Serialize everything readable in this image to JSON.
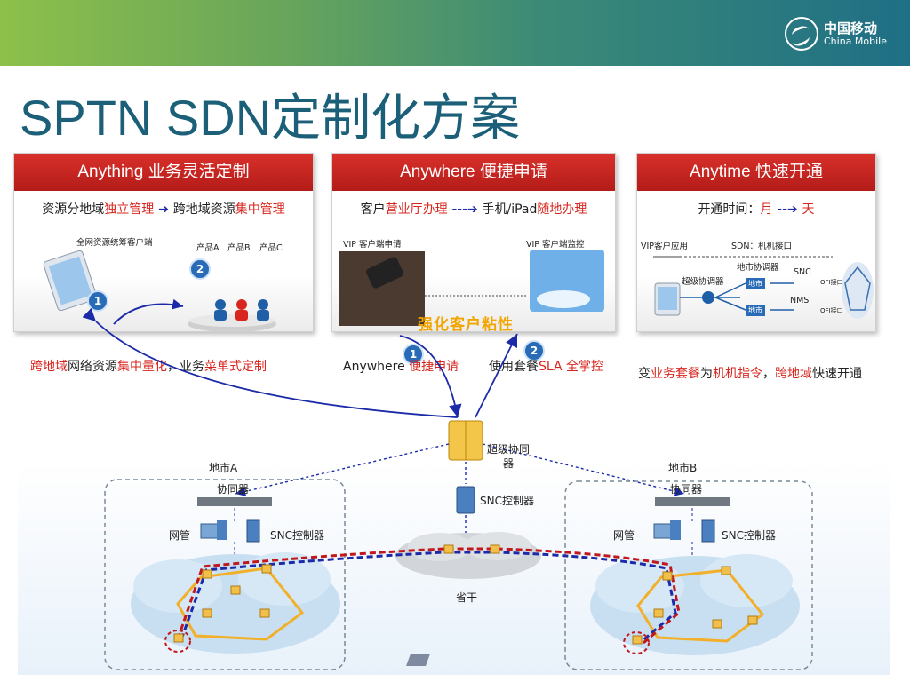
{
  "logo": {
    "cn": "中国移动",
    "en": "China Mobile"
  },
  "title": "SPTN SDN定制化方案",
  "panels": [
    {
      "head": "Anything 业务灵活定制",
      "sub": [
        {
          "t": "资源分地域",
          "c": ""
        },
        {
          "t": "独立管理",
          "c": "red"
        },
        {
          "t": " ➔ ",
          "c": "blue"
        },
        {
          "t": "跨地域资源",
          "c": ""
        },
        {
          "t": "集中管理",
          "c": "red"
        }
      ],
      "labels": {
        "portal": "全网资源统筹客户端",
        "products": [
          "产品A",
          "产品B",
          "产品C"
        ],
        "letters": [
          "A",
          "B",
          "C"
        ],
        "n1": "1",
        "n2": "2"
      }
    },
    {
      "head": "Anywhere 便捷申请",
      "sub": [
        {
          "t": "客户",
          "c": ""
        },
        {
          "t": "营业厅办理",
          "c": "red"
        },
        {
          "t": " ---➔ ",
          "c": "blue"
        },
        {
          "t": "手机/iPad",
          "c": ""
        },
        {
          "t": "随地办理",
          "c": "red"
        }
      ],
      "labels": {
        "left": "VIP 客户端申请",
        "right": "VIP 客户端监控",
        "center": "强化客户粘性",
        "n1": "1",
        "n2": "2"
      }
    },
    {
      "head": "Anytime 快速开通",
      "sub": [
        {
          "t": "开通时间：",
          "c": ""
        },
        {
          "t": "月",
          "c": "red"
        },
        {
          "t": " --➔ ",
          "c": "blue"
        },
        {
          "t": "天",
          "c": "red"
        }
      ],
      "labels": {
        "vip": "VIP客户应用",
        "sdn": "SDN：机机接口",
        "city": "地市协调器",
        "super": "超级协调器",
        "snc": "SNC",
        "nms": "NMS",
        "b1": "地市",
        "b2": "地市",
        "o1": "OFI接口",
        "o2": "OFI接口"
      }
    }
  ],
  "captions": [
    [
      {
        "t": "跨地域",
        "c": "red"
      },
      {
        "t": "网络资源",
        "c": ""
      },
      {
        "t": "集中量化",
        "c": "red"
      },
      {
        "t": "，业务",
        "c": ""
      },
      {
        "t": "菜单式定制",
        "c": "red"
      }
    ],
    [
      {
        "t": "Anywhere ",
        "c": ""
      },
      {
        "t": "便捷申请",
        "c": "red"
      }
    ],
    [
      {
        "t": "使用套餐",
        "c": ""
      },
      {
        "t": "SLA 全掌控",
        "c": "red"
      }
    ],
    [
      {
        "t": "变",
        "c": ""
      },
      {
        "t": "业务套餐",
        "c": "red"
      },
      {
        "t": "为",
        "c": ""
      },
      {
        "t": "机机指令",
        "c": "red"
      },
      {
        "t": "，",
        "c": ""
      },
      {
        "t": "跨地域",
        "c": "red"
      },
      {
        "t": "快速开通",
        "c": ""
      }
    ]
  ],
  "network": {
    "super_coord": "超级协同\n器",
    "snc_ctrl": "SNC控制器",
    "backbone": "省干",
    "cityA": {
      "name": "地市A",
      "coord": "协同器",
      "nms": "网管",
      "snc": "SNC控制器"
    },
    "cityB": {
      "name": "地市B",
      "coord": "协同器",
      "nms": "网管",
      "snc": "SNC控制器"
    }
  },
  "colors": {
    "accent_red": "#d8261f",
    "arrow_blue": "#1b2aa8",
    "title_teal": "#1b5f78",
    "path_red": "#c0181c",
    "ring_orange": "#f2b02a"
  }
}
